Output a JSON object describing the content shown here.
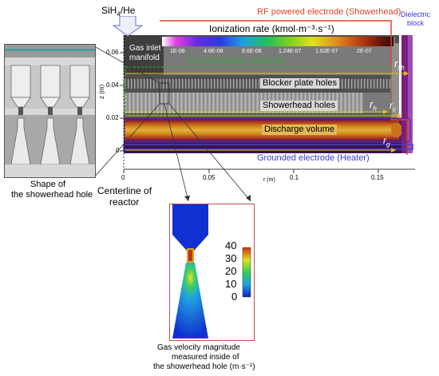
{
  "inlet": {
    "gas_main": "SiH",
    "gas_sub": "4",
    "gas_rest": "/He",
    "manifold_line1": "Gas inlet",
    "manifold_line2": "manifold"
  },
  "colorbar": {
    "title": "Ionization rate (kmol·m⁻³·s⁻¹)",
    "ticks": [
      "1E-08",
      "4.6E-08",
      "8.6E-08",
      "1.24E-07",
      "1.62E-07",
      "2E-07"
    ]
  },
  "labels": {
    "rf_electrode": "RF powered electrode (Showerhead)",
    "dielectric_line1": "Dielectric",
    "dielectric_line2": "block",
    "gas_distribution": "Gas distribution assembly",
    "blocker_plate": "Blocker plate holes",
    "showerhead_holes": "Showerhead holes",
    "discharge_volume": "Discharge volume",
    "grounded_electrode": "Grounded electrode (Heater)",
    "r_sh": "r",
    "r_sh_sub": "sh",
    "r_h": "r",
    "r_h_sub": "h",
    "r_c": "r",
    "r_c_sub": "c",
    "r_g": "r",
    "r_g_sub": "g",
    "shape_line1": "Shape of",
    "shape_line2": "the showerhead hole",
    "centerline_line1": "Centerline of",
    "centerline_line2": "reactor",
    "velocity_line1": "Gas velocity magnitude",
    "velocity_line2": "measured inside of",
    "velocity_line3": "the showerhead hole (m·s⁻¹)"
  },
  "axes": {
    "z_label": "z (m)",
    "r_label": "r (m)",
    "z_ticks": [
      "0.06",
      "0.04",
      "0.02",
      "0"
    ],
    "r_ticks": [
      "0",
      "0.05",
      "0.1",
      "0.15"
    ]
  },
  "velocity_scale": {
    "ticks": [
      "40",
      "30",
      "20",
      "10",
      "0"
    ]
  }
}
